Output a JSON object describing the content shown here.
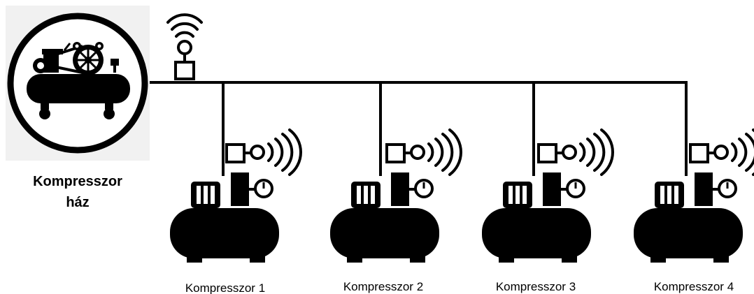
{
  "house": {
    "label_line1": "Kompresszor",
    "label_line2": "ház"
  },
  "compressors": [
    {
      "label": "Kompresszor 1"
    },
    {
      "label": "Kompresszor 2"
    },
    {
      "label": "Kompresszor 3"
    },
    {
      "label": "Kompresszor 4"
    }
  ],
  "colors": {
    "ink": "#000000",
    "house_background": "#f1f1f1"
  },
  "icons": [
    "compressor-icon",
    "wireless-sensor-icon",
    "pressure-gauge-icon",
    "wifi-signal-icon"
  ]
}
